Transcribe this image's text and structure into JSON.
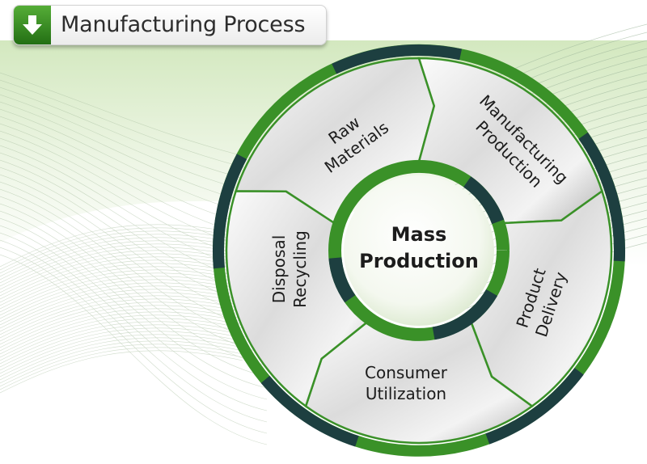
{
  "header": {
    "title": "Manufacturing Process",
    "icon": "down-arrow-icon"
  },
  "diagram": {
    "center": {
      "line1": "Mass",
      "line2": "Production"
    },
    "steps": [
      {
        "line1": "Raw",
        "line2": "Materials"
      },
      {
        "line1": "Manufacturing",
        "line2": "Production"
      },
      {
        "line1": "Product",
        "line2": "Delivery"
      },
      {
        "line1": "Consumer",
        "line2": "Utilization"
      },
      {
        "line1": "Disposal",
        "line2": "Recycling"
      }
    ]
  },
  "colors": {
    "green": "#3a9128",
    "dark_teal": "#1d3f40",
    "panel_light": "#f4f4f4",
    "panel_dark": "#a9a9a9"
  }
}
